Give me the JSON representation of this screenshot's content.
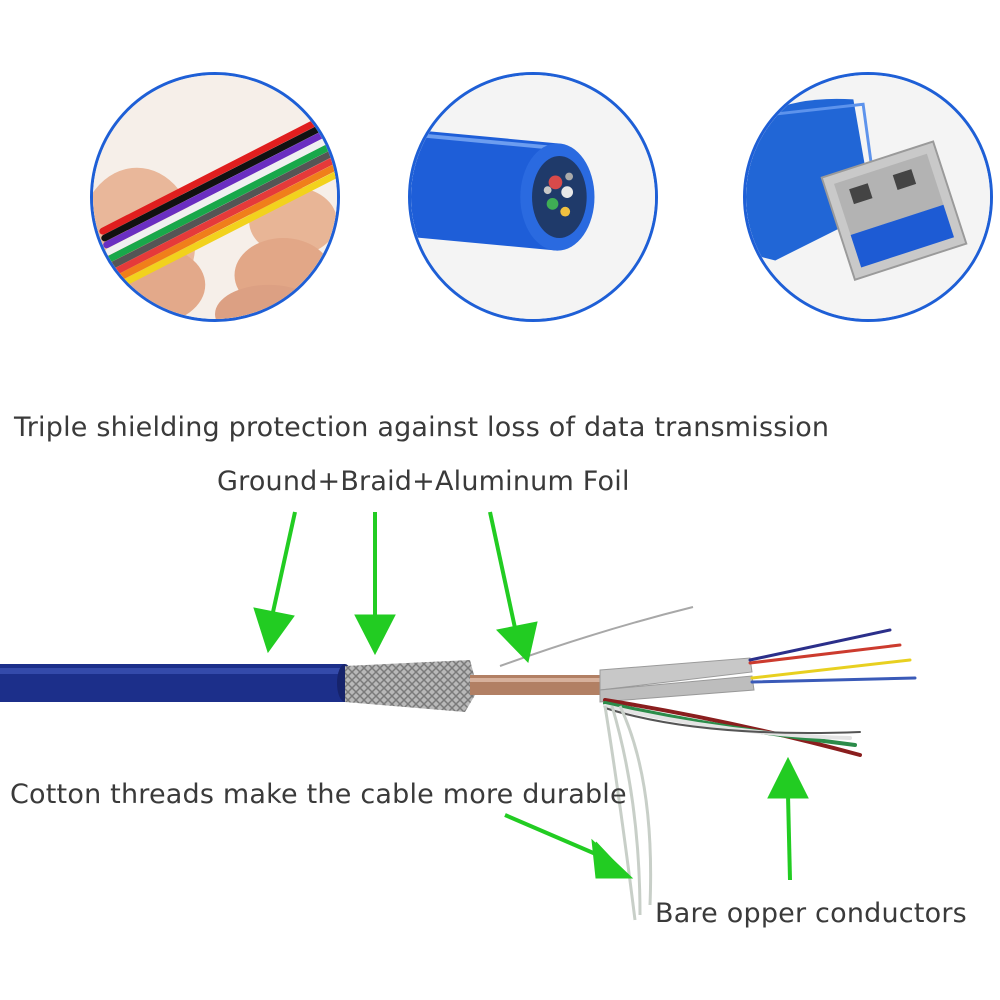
{
  "labels": {
    "title": "Triple shielding protection against loss of data transmission",
    "layers": "Ground+Braid+Aluminum Foil",
    "cotton": "Cotton threads make the cable more durable",
    "conductors": "Bare opper conductors"
  },
  "colors": {
    "circle_border": "#1e5fd6",
    "arrow": "#22cc22",
    "cable_jacket": "#1c2f8a",
    "usb_blue": "#2166d6"
  }
}
